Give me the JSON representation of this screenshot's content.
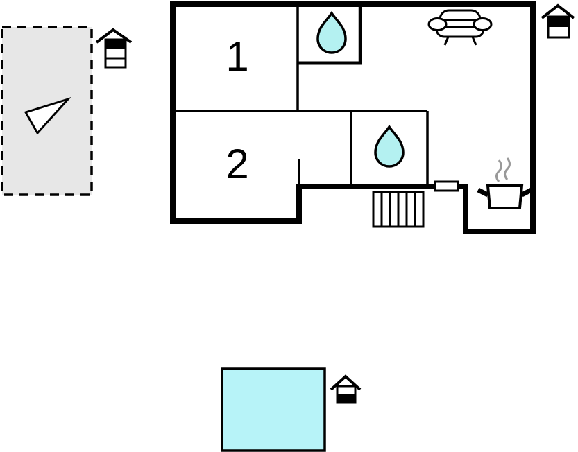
{
  "title": "Apartment floor plan with pool and annex",
  "colors": {
    "wall": "#000000",
    "water_drop": "#b4f1f1",
    "pool": "#b7f3f8",
    "annex_fill": "#e7e7e7",
    "steam": "#999999",
    "background": "#ffffff"
  },
  "rooms": [
    {
      "label": "1"
    },
    {
      "label": "2"
    }
  ],
  "icons": {
    "annex_direction": "arrow-icon",
    "annex_level_marker": "house-level-icon-top-of-3-filled",
    "main_level_marker": "house-level-icon-top-of-2-filled",
    "pool_level_marker": "house-level-icon-bottom-of-2-filled",
    "bathroom_top": "water-drop-icon",
    "bathroom_bottom": "water-drop-icon",
    "living_area": "sofa-icon",
    "kitchen": "cooking-pot-icon",
    "stairs": "stairs-icon",
    "entrance": "door-opening-icon"
  },
  "stairs_treads": 6
}
